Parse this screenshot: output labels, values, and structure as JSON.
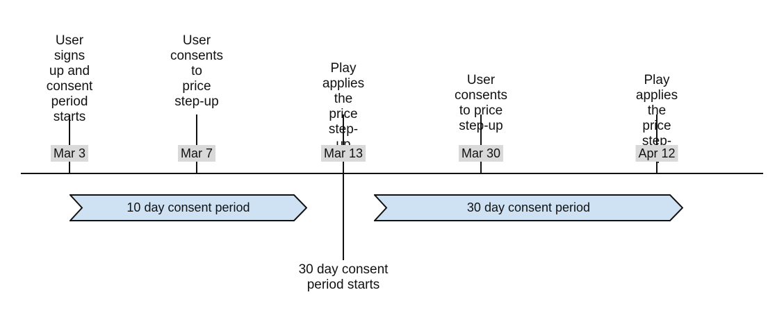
{
  "colors": {
    "banner_fill": "#cfe2f3",
    "banner_border": "#111111",
    "date_bg": "#d9d9d9",
    "line": "#111111",
    "text": "#111111",
    "bg": "#ffffff"
  },
  "timeline": {
    "events": [
      {
        "label": "User signs\nup and\nconsent\nperiod starts",
        "date": "Mar 3"
      },
      {
        "label": "User\nconsents to\nprice\nstep-up",
        "date": "Mar 7"
      },
      {
        "label": "Play applies the\nprice step-up",
        "date": "Mar 13"
      },
      {
        "label": "User consents to price\nstep-up",
        "date": "Mar 30"
      },
      {
        "label": "Play applies the\nprice step-up",
        "date": "Apr 12"
      }
    ],
    "banners": [
      {
        "label": "10 day consent period"
      },
      {
        "label": "30 day consent period"
      }
    ],
    "note": "30 day consent\nperiod starts"
  }
}
